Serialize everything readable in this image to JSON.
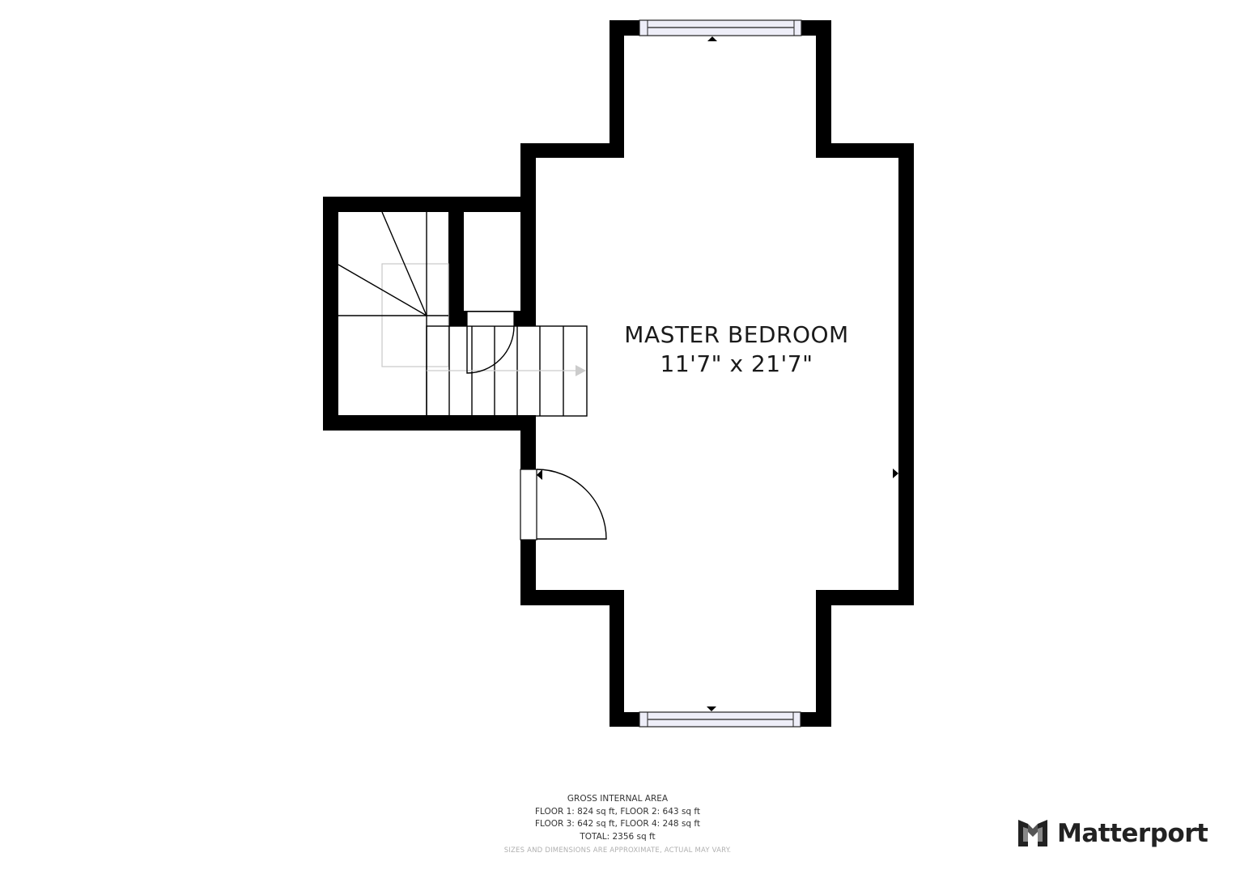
{
  "floorplan": {
    "room": {
      "name": "MASTER BEDROOM",
      "dimensions": "11'7\" x 21'7\""
    },
    "features": [
      "stairs",
      "closet",
      "door",
      "window-north",
      "window-south"
    ]
  },
  "footer": {
    "title": "GROSS INTERNAL AREA",
    "line1": "FLOOR 1: 824 sq ft, FLOOR 2: 643 sq ft",
    "line2": "FLOOR 3: 642 sq ft, FLOOR 4: 248 sq ft",
    "total": "TOTAL: 2356 sq ft",
    "disclaimer": "SIZES AND DIMENSIONS ARE APPROXIMATE, ACTUAL MAY VARY."
  },
  "brand": {
    "name": "Matterport",
    "icon": "matterport-logo-icon"
  },
  "colors": {
    "wall": "#000000",
    "window_fill": "#eeeef8",
    "stair_guide": "#c8c8c8",
    "arrow": "#cccccc"
  }
}
